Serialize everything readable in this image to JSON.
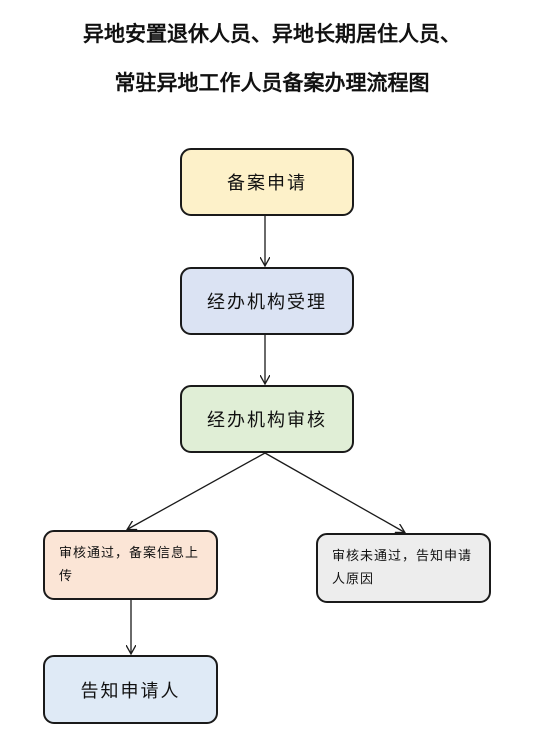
{
  "title": {
    "line1": "异地安置退休人员、异地长期居住人员、",
    "line2": "常驻异地工作人员备案办理流程图"
  },
  "nodes": {
    "apply": "备案申请",
    "accept": "经办机构受理",
    "review": "经办机构审核",
    "approved": "审核通过，备案信息上传",
    "rejected": "审核未通过，告知申请人原因",
    "notify": "告知申请人"
  },
  "colors": {
    "apply": "#fdf1c9",
    "accept": "#dbe3f3",
    "review": "#e0eed6",
    "approved": "#fbe5d6",
    "rejected": "#ededed",
    "notify": "#dfeaf6",
    "border": "#1a1a1a"
  }
}
